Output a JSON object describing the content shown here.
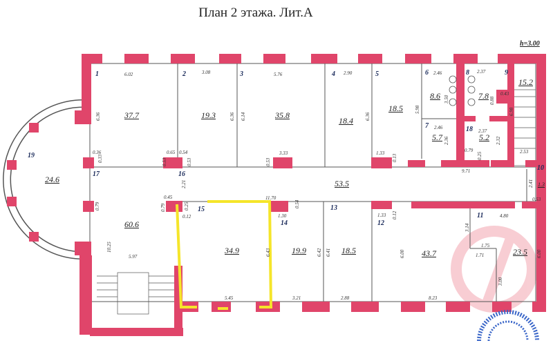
{
  "title": "План 2 этажа. Лит.А",
  "height_label": "h=3.00",
  "colors": {
    "wall": "#e0456a",
    "highlight": "#f5e52a",
    "watermark": "#f3a5b0"
  },
  "rooms": [
    {
      "n": "1",
      "area": "37.7"
    },
    {
      "n": "2",
      "area": "19.3"
    },
    {
      "n": "3",
      "area": "35.8"
    },
    {
      "n": "4",
      "area": "18.4"
    },
    {
      "n": "5",
      "area": "18.5"
    },
    {
      "n": "6",
      "area": "8.6"
    },
    {
      "n": "7",
      "area": "5.7"
    },
    {
      "n": "8",
      "area": "7.8"
    },
    {
      "n": "9",
      "area": "15.2"
    },
    {
      "n": "10",
      "area": "1.3"
    },
    {
      "n": "11",
      "area": "23.5"
    },
    {
      "n": "12",
      "area": "43.7"
    },
    {
      "n": "13",
      "area": "18.5"
    },
    {
      "n": "14",
      "area": "19.9"
    },
    {
      "n": "15",
      "area": "34.9"
    },
    {
      "n": "16",
      "area": "53.5"
    },
    {
      "n": "17",
      "area": "60.6"
    },
    {
      "n": "18",
      "area": "5.2"
    },
    {
      "n": "19",
      "area": "24.6"
    }
  ],
  "dims": [
    "6.02",
    "3.08",
    "5.76",
    "2.90",
    "2.46",
    "2.37",
    "6.36",
    "6.36",
    "6.14",
    "6.36",
    "5.98",
    "3.50",
    "0.88",
    "0.43",
    "2.46",
    "2.36",
    "2.37",
    "2.32",
    "6.98",
    "0.36",
    "0.33",
    "0.65",
    "0.54",
    "0.53",
    "0.53",
    "0.53",
    "3.33",
    "1.33",
    "0.13",
    "0.79",
    "0.25",
    "2.53",
    "9.71",
    "2.41",
    "0.53",
    "2.21",
    "0.45",
    "0.79",
    "0.79",
    "0.25",
    "0.12",
    "11.70",
    "0.54",
    "1.30",
    "1.33",
    "0.12",
    "4.80",
    "3.14",
    "1.75",
    "1.71",
    "3.00",
    "6.00",
    "6.00",
    "6.43",
    "6.42",
    "6.41",
    "10.25",
    "5.97",
    "5.45",
    "3.21",
    "2.88",
    "8.23"
  ]
}
